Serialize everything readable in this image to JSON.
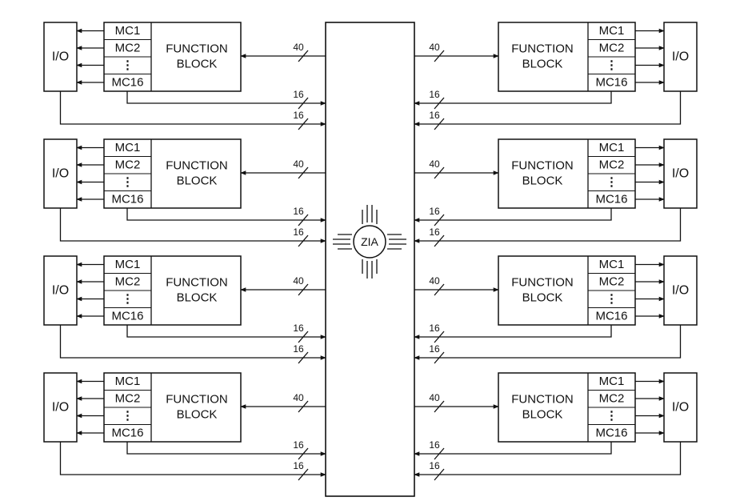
{
  "diagram": {
    "central": {
      "label": "ZIA"
    },
    "io_label": "I/O",
    "function_block": {
      "line1": "FUNCTION",
      "line2": "BLOCK"
    },
    "macrocells": [
      "MC1",
      "MC2",
      "⋮",
      "MC16"
    ],
    "bus_widths": {
      "to_function_block": "40",
      "feedback": "16",
      "io": "16"
    },
    "rows": 4,
    "sides": [
      "left",
      "right"
    ]
  }
}
